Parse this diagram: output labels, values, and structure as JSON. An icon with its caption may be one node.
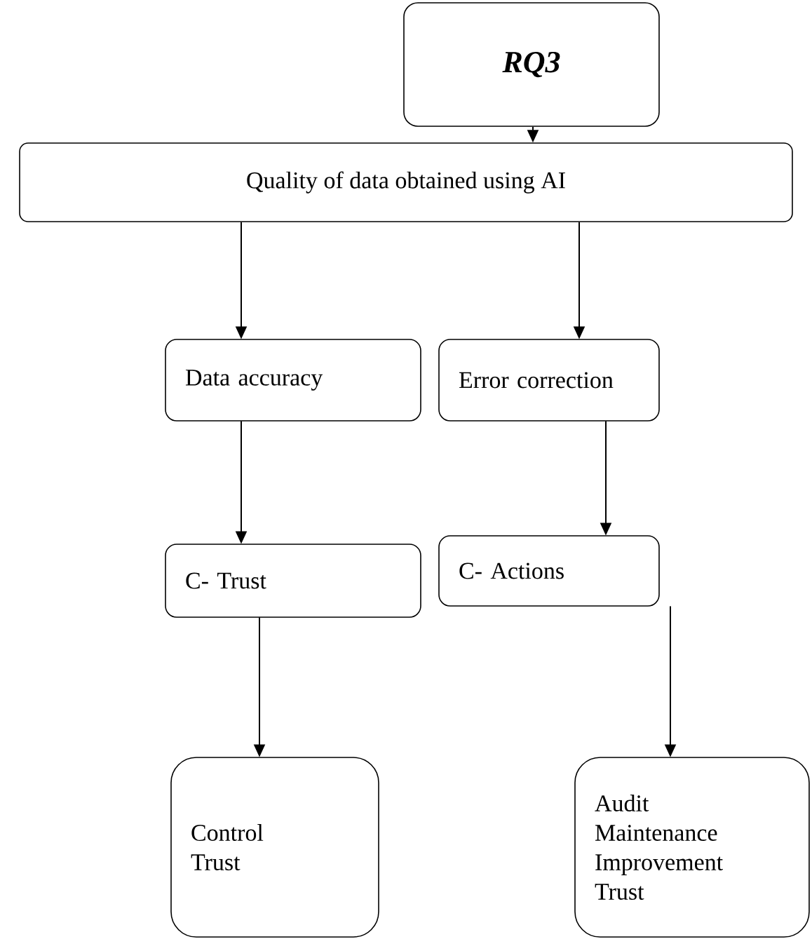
{
  "diagram": {
    "nodes": [
      {
        "text": [
          "*RQ3*"
        ]
      },
      {
        "text": [
          "Quality of data obtained using AI"
        ]
      },
      {
        "text": [
          "Data accuracy"
        ]
      },
      {
        "text": [
          "Error correction"
        ]
      },
      {
        "text": [
          "C- Trust"
        ]
      },
      {
        "text": [
          "C- Actions"
        ]
      },
      {
        "text": [
          "Control Trust"
        ]
      },
      {
        "text": [
          "Audit Maintenance Improvement Trust"
        ]
      }
    ],
    "edges": [
      {
        "from": 0,
        "to": 1,
        "arrow": "to"
      },
      {
        "from": 1,
        "to": 2,
        "arrow": "to"
      },
      {
        "from": 1,
        "to": 3,
        "arrow": "to"
      },
      {
        "from": 2,
        "to": 4,
        "arrow": "to"
      },
      {
        "from": 3,
        "to": 5,
        "arrow": "to"
      },
      {
        "from": 4,
        "to": 6,
        "arrow": "to"
      },
      {
        "from": 5,
        "to": 7,
        "arrow": "to"
      }
    ]
  }
}
